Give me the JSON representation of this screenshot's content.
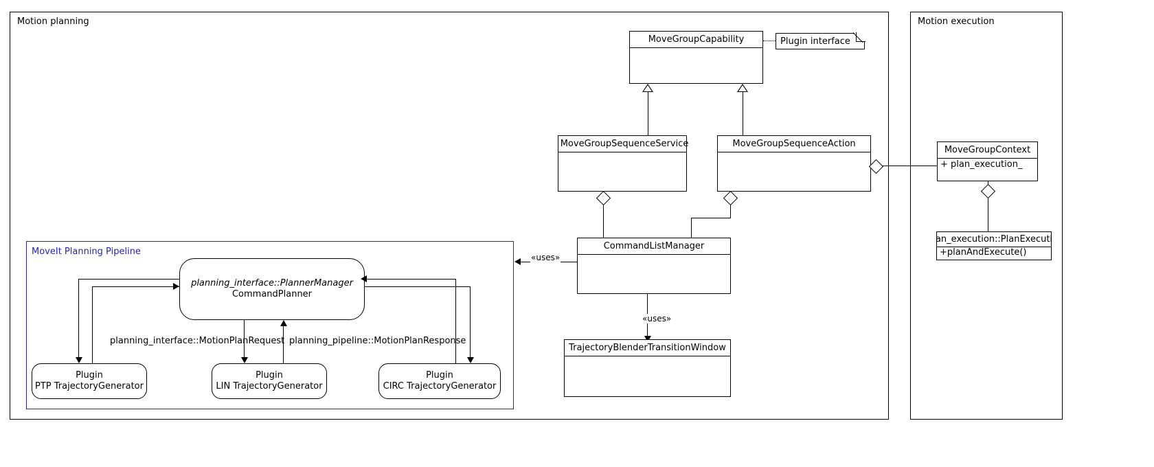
{
  "diagram": {
    "type": "uml-class-diagram",
    "title": "MoveIt Pilz industrial motion planner architecture"
  },
  "packages": [
    {
      "id": "motion-planning",
      "label": "Motion planning"
    },
    {
      "id": "motion-execution",
      "label": "Motion execution"
    },
    {
      "id": "moveit-pipeline",
      "label": "MoveIt Planning Pipeline",
      "color": "#2222cc"
    }
  ],
  "classes": {
    "move_group_capability": {
      "name": "MoveGroupCapability",
      "attributes": [],
      "operations": []
    },
    "move_group_seq_service": {
      "name": "MoveGroupSequenceService",
      "attributes": [],
      "operations": []
    },
    "move_group_seq_action": {
      "name": "MoveGroupSequenceAction",
      "attributes": [],
      "operations": []
    },
    "command_list_manager": {
      "name": "CommandListManager",
      "attributes": [],
      "operations": []
    },
    "trajectory_blender": {
      "name": "TrajectoryBlenderTransitionWindow",
      "attributes": [],
      "operations": []
    },
    "move_group_context": {
      "name": "MoveGroupContext",
      "attributes": [
        "+ plan_execution_"
      ],
      "operations": []
    },
    "plan_execution": {
      "name": "an_execution::PlanExecuti",
      "attributes": [],
      "operations": [
        "+planAndExecute()"
      ]
    }
  },
  "note": {
    "id": "plugin-interface-note",
    "text": "Plugin interface"
  },
  "components": {
    "command_planner": {
      "stereotype": "planning_interface::PlannerManager",
      "name": "CommandPlanner"
    },
    "plugins": [
      {
        "id": "ptp",
        "kind": "Plugin",
        "name": "PTP TrajectoryGenerator"
      },
      {
        "id": "lin",
        "kind": "Plugin",
        "name": "LIN TrajectoryGenerator"
      },
      {
        "id": "circ",
        "kind": "Plugin",
        "name": "CIRC TrajectoryGenerator"
      }
    ]
  },
  "edge_labels": {
    "uses_command_list_manager": "«uses»",
    "uses_trajectory_blender": "«uses»",
    "motion_plan_request": "planning_interface::MotionPlanRequest",
    "motion_plan_response": "planning_pipeline::MotionPlanResponse"
  }
}
